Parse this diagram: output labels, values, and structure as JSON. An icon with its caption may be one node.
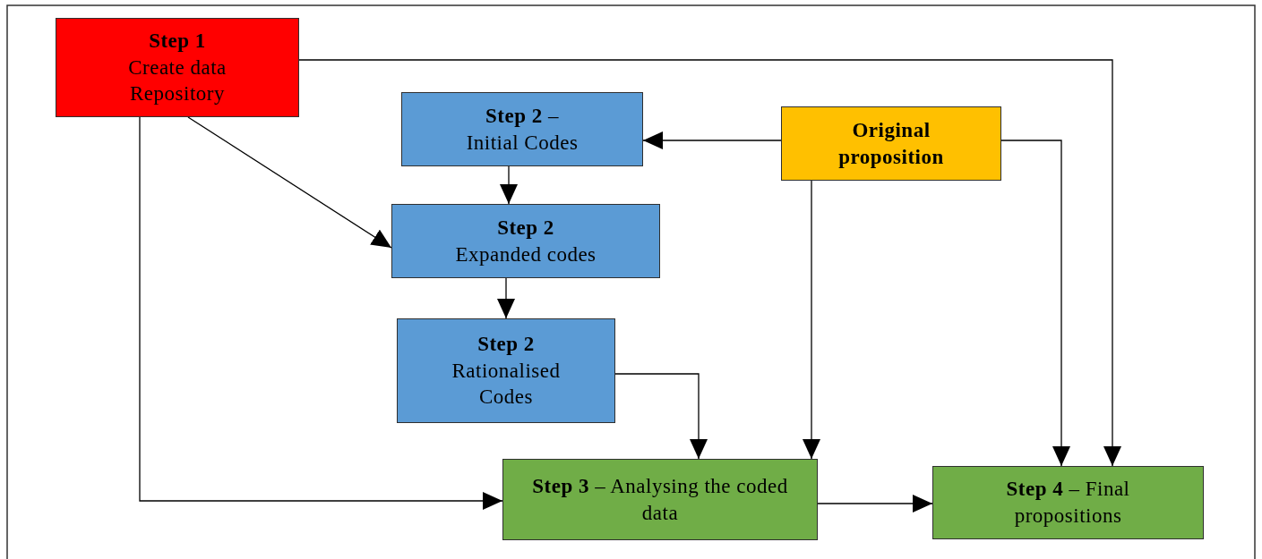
{
  "diagram": {
    "nodes": [
      {
        "text": [
          "Step 1",
          "Create data Repository"
        ]
      },
      {
        "text": [
          "**Step 2** –",
          "Initial Codes"
        ]
      },
      {
        "text": [
          "Step 2",
          "Expanded codes"
        ]
      },
      {
        "text": [
          "Step 2",
          "Rationalised Codes"
        ]
      },
      {
        "text": [
          "Original proposition"
        ]
      },
      {
        "text": [
          "**Step 3** – Analysing the coded data"
        ]
      },
      {
        "text": [
          "**Step 4** – Final propositions"
        ]
      }
    ],
    "edges": [
      {
        "from": 0,
        "to": 6,
        "arrow": "to"
      },
      {
        "from": 0,
        "to": 2,
        "arrow": "to"
      },
      {
        "from": 0,
        "to": 5,
        "arrow": "to"
      },
      {
        "from": 4,
        "to": 1,
        "arrow": "to"
      },
      {
        "from": 4,
        "to": 6,
        "arrow": "to"
      },
      {
        "from": 4,
        "to": 5,
        "arrow": "to"
      },
      {
        "from": 1,
        "to": 2,
        "arrow": "to"
      },
      {
        "from": 2,
        "to": 3,
        "arrow": "to"
      },
      {
        "from": 3,
        "to": 5,
        "arrow": "to"
      },
      {
        "from": 5,
        "to": 6,
        "arrow": "to"
      }
    ]
  }
}
